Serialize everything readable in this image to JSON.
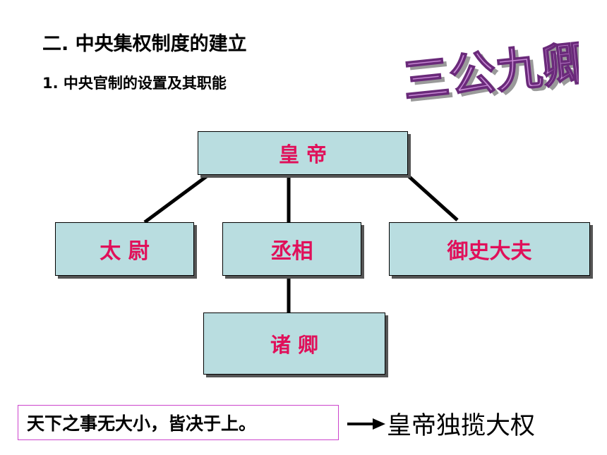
{
  "heading": "二. 中央集权制度的建立",
  "subheading": "1. 中央官制的设置及其职能",
  "wordart": "三公九卿",
  "nodes": {
    "emperor": "皇 帝",
    "taiwei": "太 尉",
    "chancellor": "丞相",
    "censor": "御史大夫",
    "ministers": "诸 卿"
  },
  "quote": "天下之事无大小，皆决于上。",
  "conclusion": "皇帝独揽大权",
  "colors": {
    "box_fill": "#b9dde0",
    "box_text": "#e0105a",
    "wordart_fill": "#c98ad6",
    "quote_border": "#cc44cc"
  }
}
